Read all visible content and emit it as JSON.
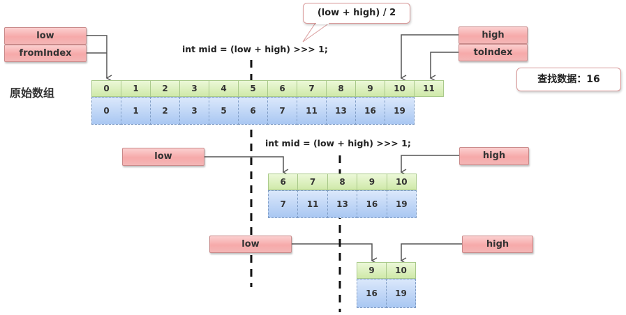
{
  "title_label": "原始数组",
  "search_label": "查找数据：16",
  "callout": "(low + high) / 2",
  "formula": "int mid = (low + high) >>> 1;",
  "level1": {
    "low_tags": [
      "low",
      "fromIndex"
    ],
    "high_tags": [
      "high",
      "toIndex"
    ],
    "indices": [
      "0",
      "1",
      "2",
      "3",
      "4",
      "5",
      "6",
      "7",
      "8",
      "9",
      "10",
      "11"
    ],
    "values": [
      "0",
      "1",
      "2",
      "3",
      "5",
      "6",
      "7",
      "11",
      "13",
      "16",
      "19"
    ]
  },
  "level2": {
    "low_tag": "low",
    "high_tag": "high",
    "formula": "int mid = (low + high) >>> 1;",
    "indices": [
      "6",
      "7",
      "8",
      "9",
      "10"
    ],
    "values": [
      "7",
      "11",
      "13",
      "16",
      "19"
    ]
  },
  "level3": {
    "low_tag": "low",
    "high_tag": "high",
    "indices": [
      "9",
      "10"
    ],
    "values": [
      "16",
      "19"
    ]
  },
  "colors": {
    "tag_fill": "#f6a9a9",
    "index_fill": "#cfe9a9",
    "value_fill": "#a9c7f2",
    "connector": "#555555",
    "mid_line": "#111111"
  }
}
